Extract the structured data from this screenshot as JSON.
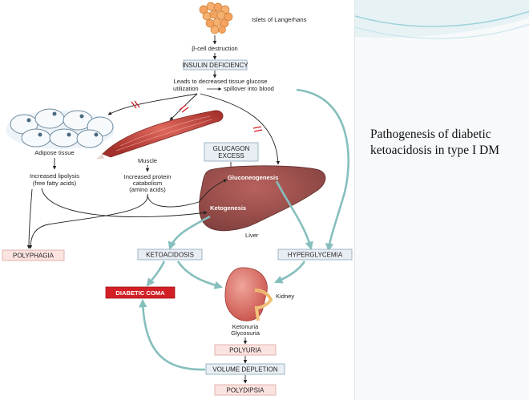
{
  "caption": "Pathogenesis of diabetic ketoacidosis in type I DM",
  "diagram": {
    "islets": "Islets of Langerhans",
    "beta_cell": "β-cell destruction",
    "insulin_deficiency": "INSULIN DEFICIENCY",
    "leads_line1": "Leads to decreased tissue glucose",
    "leads_line2_a": "utilization",
    "leads_line2_b": "spillover into blood",
    "adipose_tissue": "Adipose tissue",
    "lipolysis_line1": "Increased lipolysis",
    "lipolysis_line2": "(free fatty acids)",
    "muscle": "Muscle",
    "protein_line1": "Increased protein",
    "protein_line2": "catabolism",
    "protein_line3": "(amino acids)",
    "glucagon_line1": "GLUCAGON",
    "glucagon_line2": "EXCESS",
    "gluconeogenesis": "Gluconeogenesis",
    "ketogenesis": "Ketogenesis",
    "liver": "Liver",
    "polyphagia": "POLYPHAGIA",
    "ketoacidosis": "KETOACIDOSIS",
    "hyperglycemia": "HYPERGLYCEMIA",
    "diabetic_coma": "DIABETIC COMA",
    "kidney": "Kidney",
    "ketonuria": "Ketonuria",
    "glycosuria": "Glycosuria",
    "polyuria": "POLYURIA",
    "volume_depletion": "VOLUME DEPLETION",
    "polydipsia": "POLYDIPSIA"
  },
  "colors": {
    "box_blue_fill": "#e8eef3",
    "box_pink_fill": "#fbe3e0",
    "coma_red": "#d21f26",
    "liver_brown": "#9b4d4a",
    "teal_arrow": "#86bfbd",
    "block_red": "#d21f26",
    "islet_orange": "#f4a460"
  }
}
